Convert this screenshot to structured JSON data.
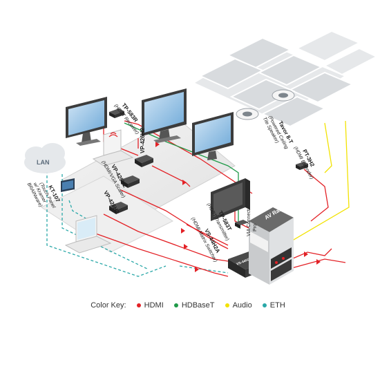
{
  "colors": {
    "hdmi": "#e32126",
    "hdbaset": "#1f9a48",
    "audio": "#f2e200",
    "eth": "#2aa8a8"
  },
  "labels": {
    "lan": "LAN",
    "tp583r": "TP-583R",
    "tp583r_sub": "(HDBT Receiver)",
    "vp426h2_top": "VP-426H2",
    "vp426h2_mid": "VP-426H2",
    "vp426h2_mid_sub": "(HDMI/VGA Scaler)",
    "vp426h2_bottom": "VP-426H2",
    "kt107": "KT-107",
    "kt107_sub1": "(Touch Panel",
    "kt107_sub2": "w/ Kramer",
    "kt107_sub3": "BRAINware)",
    "tavor": "Tavor 8-T",
    "tavor_sub1": "(Powered Ceiling",
    "tavor_sub2": "Tile Speaker)",
    "pt3h2": "PT-3H2",
    "pt3h2_sub": "(HDMI Extender)",
    "tp583t": "TP-583T",
    "tp583t_sub": "(HDBT Transmitter)",
    "vs44h2a": "VS-44H2A",
    "vs44h2a_sub": "(HDMI Matrix Switcher)",
    "av_rack": "AV Rack",
    "via1": "VIA Connect",
    "via2": "Pro",
    "switcher_face": "VS-44H2A"
  },
  "legend": {
    "title": "Color Key:",
    "items": [
      {
        "label": "HDMI",
        "color": "#e32126"
      },
      {
        "label": "HDBaseT",
        "color": "#1f9a48"
      },
      {
        "label": "Audio",
        "color": "#f2e200"
      },
      {
        "label": "ETH",
        "color": "#2aa8a8"
      }
    ]
  }
}
